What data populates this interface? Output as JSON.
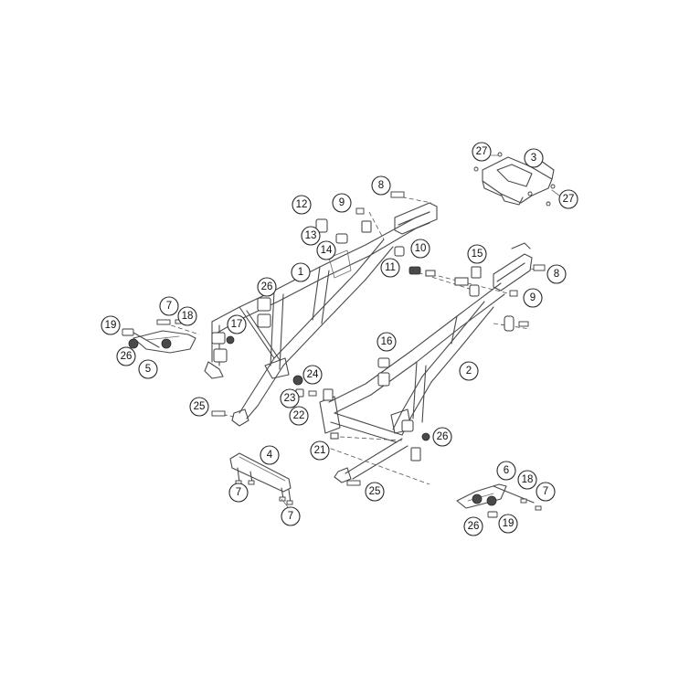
{
  "callouts": [
    {
      "label": "1"
    },
    {
      "label": "2"
    },
    {
      "label": "3"
    },
    {
      "label": "4"
    },
    {
      "label": "5"
    },
    {
      "label": "6"
    },
    {
      "label": "7"
    },
    {
      "label": "7"
    },
    {
      "label": "7"
    },
    {
      "label": "7"
    },
    {
      "label": "8"
    },
    {
      "label": "8"
    },
    {
      "label": "9"
    },
    {
      "label": "9"
    },
    {
      "label": "10"
    },
    {
      "label": "11"
    },
    {
      "label": "12"
    },
    {
      "label": "13"
    },
    {
      "label": "14"
    },
    {
      "label": "15"
    },
    {
      "label": "16"
    },
    {
      "label": "17"
    },
    {
      "label": "18"
    },
    {
      "label": "18"
    },
    {
      "label": "19"
    },
    {
      "label": "19"
    },
    {
      "label": "21"
    },
    {
      "label": "22"
    },
    {
      "label": "23"
    },
    {
      "label": "24"
    },
    {
      "label": "25"
    },
    {
      "label": "25"
    },
    {
      "label": "26"
    },
    {
      "label": "26"
    },
    {
      "label": "26"
    },
    {
      "label": "26"
    },
    {
      "label": "27"
    },
    {
      "label": "27"
    }
  ],
  "colors": {
    "line": "#4a4a4a",
    "callout_stroke": "#2a2a2a",
    "background": "#ffffff"
  }
}
